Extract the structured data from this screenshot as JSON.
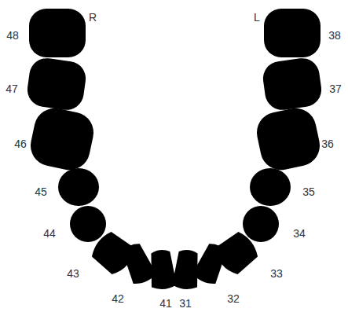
{
  "diagram": {
    "labels": [
      "R",
      "L",
      "48",
      "38",
      "47",
      "37",
      "46",
      "36",
      "45",
      "35",
      "44",
      "34",
      "43",
      "33",
      "42",
      "41",
      "31",
      "32"
    ]
  }
}
